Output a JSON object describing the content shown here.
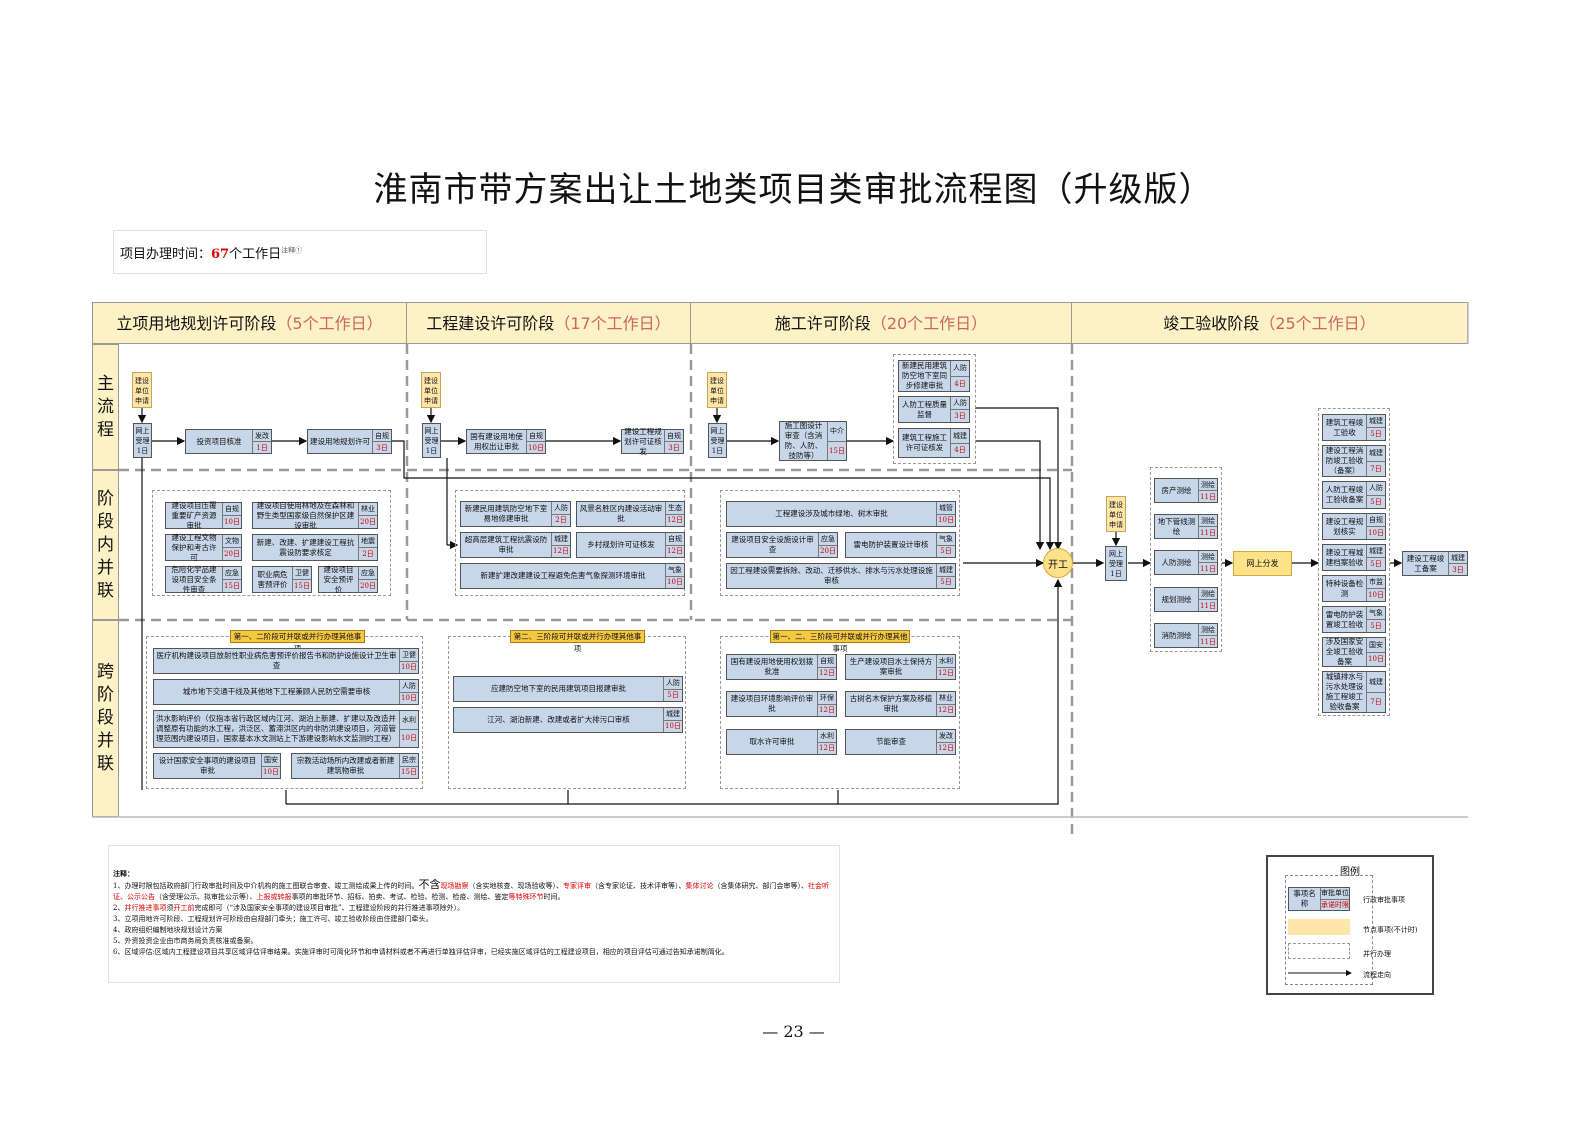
{
  "title": "淮南市带方案出让土地类项目类审批流程图（升级版）",
  "time": {
    "prefix": "项目办理时间：",
    "days": "67",
    "suffix": "个工作日",
    "note": "注释①"
  },
  "stages": [
    {
      "name": "立项用地规划许可阶段",
      "days": "（5个工作日）"
    },
    {
      "name": "工程建设许可阶段",
      "days": "（17个工作日）"
    },
    {
      "name": "施工许可阶段",
      "days": "（20个工作日）"
    },
    {
      "name": "竣工验收阶段",
      "days": "（25个工作日）"
    }
  ],
  "rows": {
    "main": "主流程",
    "inner": "阶段内并联",
    "cross": "跨阶段并联"
  },
  "apply": "建设单位申请",
  "accept": "网上受理1日",
  "main_flow": [
    {
      "name": "投资项目核准",
      "dept": "发改",
      "days": "1日"
    },
    {
      "name": "建设用地规划许可",
      "dept": "自规",
      "days": "3日"
    },
    {
      "name": "国有建设用地使用权出让审批",
      "dept": "自规",
      "days": "10日"
    },
    {
      "name": "建设工程规划许可证核发",
      "dept": "自规",
      "days": "3日"
    },
    {
      "name": "施工图设计审查（含消防、人防、技防等）",
      "dept": "中介",
      "days": "15日"
    },
    {
      "name": "新建民用建筑防空地下室同步修建审批",
      "dept": "人防",
      "days": "4日"
    },
    {
      "name": "人防工程质量监督",
      "dept": "人防",
      "days": "3日"
    },
    {
      "name": "建筑工程施工许可证核发",
      "dept": "城建",
      "days": "4日"
    }
  ],
  "inner1": [
    {
      "name": "建设项目压覆重要矿产资源审批",
      "dept": "自规",
      "days": "10日"
    },
    {
      "name": "建设项目使用林地及在森林和野生类型国家级自然保护区建设审批",
      "dept": "林业",
      "days": "20日"
    },
    {
      "name": "建设工程文物保护和考古许可",
      "dept": "文物",
      "days": "20日"
    },
    {
      "name": "新建、改建、扩建建设工程抗震设防要求核定",
      "dept": "地震",
      "days": "2日"
    },
    {
      "name": "危险化学品建设项目安全条件审查",
      "dept": "应急",
      "days": "15日"
    },
    {
      "name": "职业病危害预评价",
      "dept": "卫健",
      "days": "15日"
    },
    {
      "name": "建设项目安全预评价",
      "dept": "应急",
      "days": "20日"
    }
  ],
  "inner2": [
    {
      "name": "新建民用建筑防空地下室易地修建审批",
      "dept": "人防",
      "days": "2日"
    },
    {
      "name": "风景名胜区内建设活动审批",
      "dept": "生态",
      "days": "12日"
    },
    {
      "name": "超高层建筑工程抗震设防审批",
      "dept": "城建",
      "days": "12日"
    },
    {
      "name": "乡村规划许可证核发",
      "dept": "自规",
      "days": "12日"
    },
    {
      "name": "新建扩建改建建设工程避免危害气象探测环境审批",
      "dept": "气象",
      "days": "10日"
    }
  ],
  "inner3": [
    {
      "name": "工程建设涉及城市绿地、树木审批",
      "dept": "城管",
      "days": "10日"
    },
    {
      "name": "建设项目安全设施设计审查",
      "dept": "应急",
      "days": "20日"
    },
    {
      "name": "雷电防护装置设计审核",
      "dept": "气象",
      "days": "5日"
    },
    {
      "name": "因工程建设需要拆除、改动、迁移供水、排水与污水处理设施审核",
      "dept": "城建",
      "days": "5日"
    }
  ],
  "cross_headers": [
    "第一、二阶段可并联或并行办理其他事项",
    "第二、三阶段可并联或并行办理其他事项",
    "第一、二、三阶段可并联或并行办理其他事项"
  ],
  "cross1": [
    {
      "name": "医疗机构建设项目放射性职业病危害预评价报告书和防护设施设计卫生审查",
      "dept": "卫健",
      "days": "10日"
    },
    {
      "name": "城市地下交通干线及其他地下工程兼顾人民防空需要审核",
      "dept": "人防",
      "days": "10日"
    },
    {
      "name": "洪水影响评价（仅指本省行政区域内江河、湖泊上新建、扩建以及改造并调整原有功能的水工程，洪泛区、蓄滞洪区内的非防洪建设项目，河道管理范围内建设项目，国家基本水文测站上下游建设影响水文监测的工程）",
      "dept": "水利",
      "days": "10日"
    },
    {
      "name": "设计国家安全事项的建设项目审批",
      "dept": "国安",
      "days": "10日"
    },
    {
      "name": "宗教活动场所内改建或者新建建筑物审批",
      "dept": "民宗",
      "days": "15日"
    }
  ],
  "cross2": [
    {
      "name": "应建防空地下室的民用建筑项目报建审批",
      "dept": "人防",
      "days": "5日"
    },
    {
      "name": "江河、湖泊新建、改建或者扩大排污口审核",
      "dept": "城建",
      "days": "10日"
    }
  ],
  "cross3": [
    {
      "name": "国有建设用地使用权划拨批准",
      "dept": "自规",
      "days": "12日"
    },
    {
      "name": "生产建设项目水土保持方案审批",
      "dept": "水利",
      "days": "12日"
    },
    {
      "name": "建设项目环境影响评价审批",
      "dept": "环保",
      "days": "12日"
    },
    {
      "name": "古树名木保护方案及移植审批",
      "dept": "林业",
      "days": "12日"
    },
    {
      "name": "取水许可审批",
      "dept": "水利",
      "days": "12日"
    },
    {
      "name": "节能审查",
      "dept": "发改",
      "days": "12日"
    }
  ],
  "kaigong": "开工",
  "survey": [
    {
      "name": "房产测绘",
      "dept": "测绘",
      "days": "11日"
    },
    {
      "name": "地下管线测绘",
      "dept": "测绘",
      "days": "11日"
    },
    {
      "name": "人防测绘",
      "dept": "测绘",
      "days": "11日"
    },
    {
      "name": "规划测绘",
      "dept": "测绘",
      "days": "11日"
    },
    {
      "name": "消防测绘",
      "dept": "测绘",
      "days": "11日"
    }
  ],
  "online_dist": "网上分发",
  "acceptance": [
    {
      "name": "建筑工程竣工验收",
      "dept": "城建",
      "days": "5日"
    },
    {
      "name": "建设工程消防竣工验收（备案）",
      "dept": "城建",
      "days": "7日"
    },
    {
      "name": "人防工程竣工验收备案",
      "dept": "人防",
      "days": "5日"
    },
    {
      "name": "建设工程规划核实",
      "dept": "自规",
      "days": "10日"
    },
    {
      "name": "建设工程城建档案验收",
      "dept": "城建",
      "days": "5日"
    },
    {
      "name": "特种设备检测",
      "dept": "市监",
      "days": "10日"
    },
    {
      "name": "雷电防护装置竣工验收",
      "dept": "气象",
      "days": "5日"
    },
    {
      "name": "涉及国家安全竣工验收备案",
      "dept": "国安",
      "days": "10日"
    },
    {
      "name": "城镇排水与污水处理设施工程竣工验收备案",
      "dept": "城建",
      "days": "7日"
    }
  ],
  "final": {
    "name": "建设工程竣工备案",
    "dept": "城建",
    "days": "3日"
  },
  "notes": {
    "head": "注释：",
    "l1a": "1、办理时限包括政府部门行政审批时间及中介机构的施工图联合审查、竣工测绘成果上传的时间。",
    "l1b": "不含",
    "l1c": "现场勘察",
    "l1d": "（含实地核查、现场验收等）、",
    "l1e": "专家评审",
    "l1f": "（含专家论证、技术评审等）、",
    "l1g": "集体讨论",
    "l1h": "（含集体研究、部门会审等）、",
    "l1i": "社会听证、公示公告",
    "l1j": "（含受理公示、拟审批公示等）、",
    "l1k": "上报或转报",
    "l1l": "事项的审批环节、招标、拍卖、考试、检验、检测、检疫、测绘、鉴定",
    "l1m": "等特殊环节",
    "l1n": "时间。",
    "l2a": "2、",
    "l2b": "并行推进事项",
    "l2c": "须",
    "l2d": "开工前",
    "l2e": "完成即可（“涉及国家安全事项的建设项目审批”、工程建设阶段的并行推进事项除外）。",
    "l3": "3、立项用地许可阶段、工程规划许可阶段由自规部门牵头；施工许可、竣工验收阶段由住建部门牵头。",
    "l4": "4、政府组织编制地块规划设计方案",
    "l5": "5、外资投资企业由市商务局负责核准或备案。",
    "l6": "6、区域评估:区域内工程建设项目共享区域评估评审结果。实施评审时可简化环节和申请材料或者不再进行单独评估评审，已经实施区域评估的工程建设项目，相应的项目评估可通过告知承诺制简化。"
  },
  "legend": {
    "title": "图例",
    "item": "事项名称",
    "dept": "审批单位",
    "time": "承诺时限",
    "l1": "行政审批事项",
    "l2": "节点事项(不计时)",
    "l3": "并行办理",
    "l4": "流程走向"
  },
  "page": "— 23 —"
}
